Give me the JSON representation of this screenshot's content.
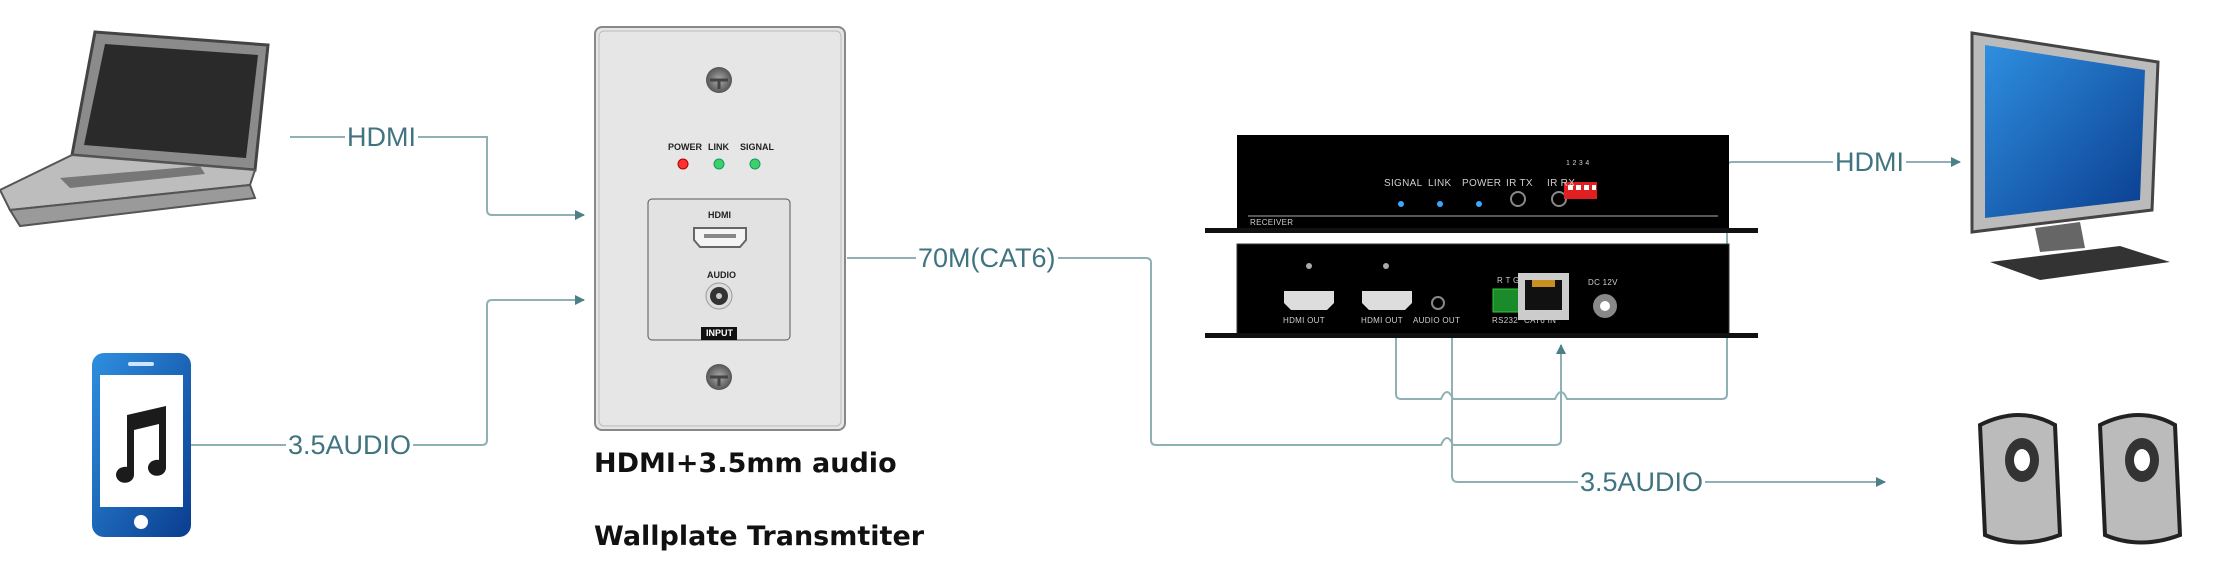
{
  "connections": {
    "hdmi_in": "HDMI",
    "audio_in": "3.5AUDIO",
    "cable": "70M(CAT6)",
    "hdmi_out": "HDMI",
    "audio_out": "3.5AUDIO"
  },
  "transmitter": {
    "caption_line1": "HDMI+3.5mm audio",
    "caption_line2": "Wallplate Transmtiter",
    "led_power": "POWER",
    "led_link": "LINK",
    "led_signal": "SIGNAL",
    "port_hdmi": "HDMI",
    "port_audio": "AUDIO",
    "input_tag": "INPUT"
  },
  "receiver": {
    "front_signal": "SIGNAL",
    "front_link": "LINK",
    "front_power": "POWER",
    "front_ir_tx": "IR TX",
    "front_ir_rx": "IR RX",
    "dip_numbers": "1 2 3 4",
    "name": "RECEIVER",
    "rear_hdmi_out_1": "HDMI OUT",
    "rear_hdmi_out_2": "HDMI OUT",
    "rear_audio_out": "AUDIO OUT",
    "rear_rs232": "RS232",
    "rs232_pins": "R T G",
    "rear_cat6_in": "CAT6 IN",
    "rear_dc": "DC 12V"
  },
  "colors": {
    "line": "#8fb0b4",
    "label": "#3f7480",
    "arrow": "#4d7f88"
  }
}
